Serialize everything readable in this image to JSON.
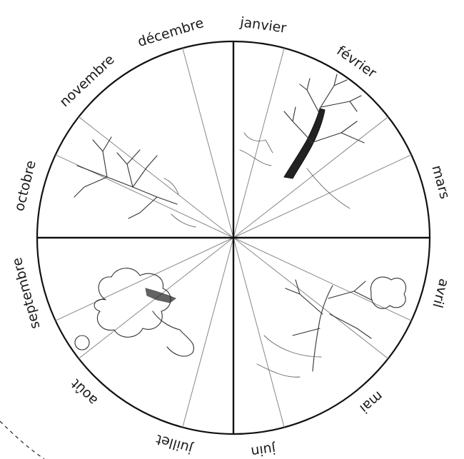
{
  "diagram": {
    "months": [
      {
        "name": "janvier",
        "angle": 8
      },
      {
        "name": "février",
        "angle": 35
      },
      {
        "name": "mars",
        "angle": 75
      },
      {
        "name": "avril",
        "angle": 105
      },
      {
        "name": "mai",
        "angle": 140
      },
      {
        "name": "juin",
        "angle": 172
      },
      {
        "name": "juillet",
        "angle": 196
      },
      {
        "name": "août",
        "angle": 224
      },
      {
        "name": "septembre",
        "angle": 255
      },
      {
        "name": "octobre",
        "angle": 284
      },
      {
        "name": "novembre",
        "angle": 317
      },
      {
        "name": "décembre",
        "angle": 343
      }
    ],
    "season_quadrants": [
      {
        "name": "winter-tree",
        "description_icon": "bare-tree-icon"
      },
      {
        "name": "spring-tree",
        "description_icon": "budding-tree-icon"
      },
      {
        "name": "summer-tree",
        "description_icon": "leafy-tree-icon"
      },
      {
        "name": "autumn-tree",
        "description_icon": "falling-leaves-tree-icon"
      }
    ],
    "colors": {
      "ink": "#111111",
      "spoke": "#888888",
      "background": "#ffffff"
    }
  }
}
